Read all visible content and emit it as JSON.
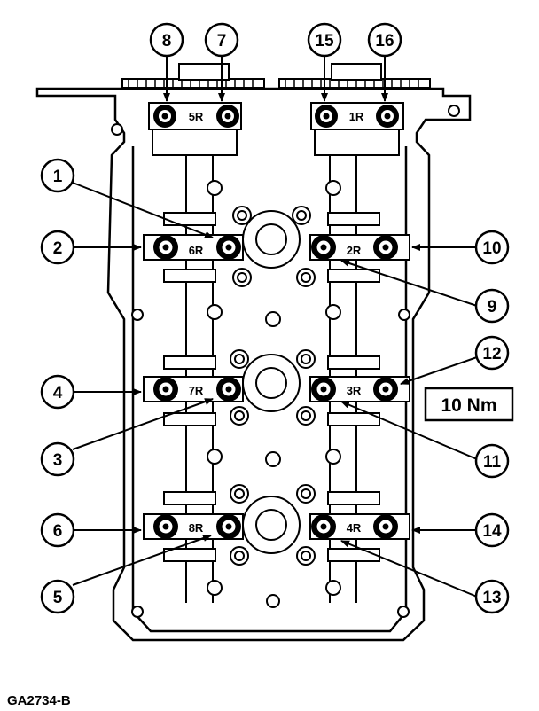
{
  "figure": {
    "reference_id": "GA2734-B",
    "torque_spec": "10 Nm"
  },
  "bearing_caps": [
    {
      "id": "cap-5R",
      "label": "5R"
    },
    {
      "id": "cap-1R",
      "label": "1R"
    },
    {
      "id": "cap-6R",
      "label": "6R"
    },
    {
      "id": "cap-2R",
      "label": "2R"
    },
    {
      "id": "cap-7R",
      "label": "7R"
    },
    {
      "id": "cap-3R",
      "label": "3R"
    },
    {
      "id": "cap-8R",
      "label": "8R"
    },
    {
      "id": "cap-4R",
      "label": "4R"
    }
  ],
  "callouts": [
    {
      "id": "c1",
      "label": "1"
    },
    {
      "id": "c2",
      "label": "2"
    },
    {
      "id": "c3",
      "label": "3"
    },
    {
      "id": "c4",
      "label": "4"
    },
    {
      "id": "c5",
      "label": "5"
    },
    {
      "id": "c6",
      "label": "6"
    },
    {
      "id": "c7",
      "label": "7"
    },
    {
      "id": "c8",
      "label": "8"
    },
    {
      "id": "c9",
      "label": "9"
    },
    {
      "id": "c10",
      "label": "10"
    },
    {
      "id": "c11",
      "label": "11"
    },
    {
      "id": "c12",
      "label": "12"
    },
    {
      "id": "c13",
      "label": "13"
    },
    {
      "id": "c14",
      "label": "14"
    },
    {
      "id": "c15",
      "label": "15"
    },
    {
      "id": "c16",
      "label": "16"
    }
  ]
}
